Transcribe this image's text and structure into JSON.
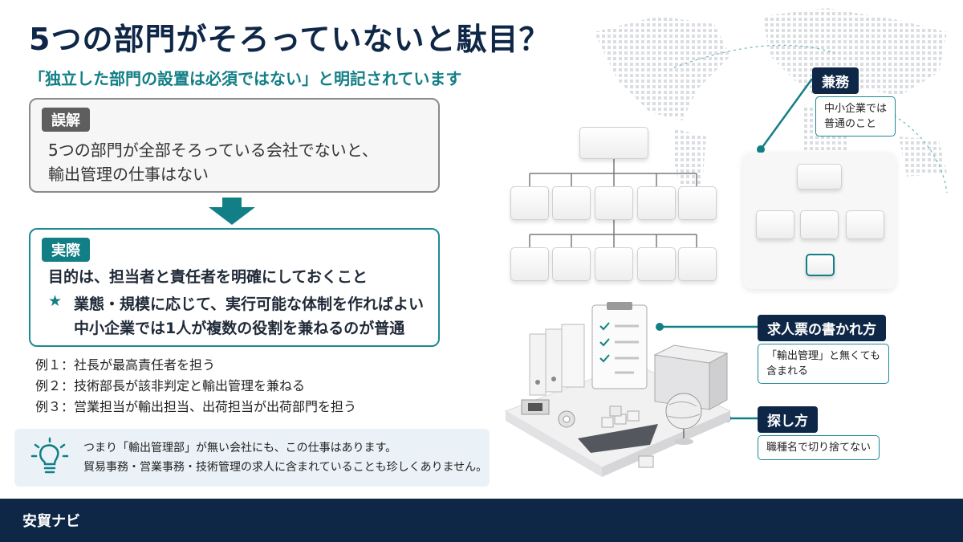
{
  "header": {
    "title": "5つの部門がそろっていないと駄目？",
    "subtitle": "「独立した部門の設置は必須ではない」と明記されています"
  },
  "myth": {
    "tag": "誤解",
    "lines": [
      "5つの部門が全部そろっている会社でないと、",
      "輸出管理の仕事はない"
    ]
  },
  "fact": {
    "tag": "実際",
    "main": "目的は、担当者と責任者を明確にしておくこと",
    "star": "★",
    "line2": "業態・規模に応じて、実行可能な体制を作ればよい",
    "line3": "中小企業では1人が複数の役割を兼ねるのが普通"
  },
  "examples": [
    "例１：社長が最高責任者を担う",
    "例２：技術部長が該非判定と輸出管理を兼ねる",
    "例３：営業担当が輸出担当、出荷担当が出荷部門を担う"
  ],
  "note": {
    "icon": "lightbulb-icon",
    "lines": [
      "つまり「輸出管理部」が無い会社にも、この仕事はあります。",
      "貿易事務・営業事務・技術管理の求人に含まれていることも珍しくありません。"
    ]
  },
  "callouts": {
    "kenmu": {
      "head": "兼務",
      "body": [
        "中小企業では",
        "普通のこと"
      ]
    },
    "kyujin": {
      "head": "求人票の書かれ方",
      "body": [
        "「輸出管理」と無くても",
        "含まれる"
      ]
    },
    "sagashi": {
      "head": "探し方",
      "body": [
        "職種名で切り捨てない"
      ]
    }
  },
  "footer": {
    "brand": "安貿ナビ"
  },
  "colors": {
    "navy": "#0f2747",
    "teal": "#127f86",
    "gray": "#5e5e5e"
  }
}
